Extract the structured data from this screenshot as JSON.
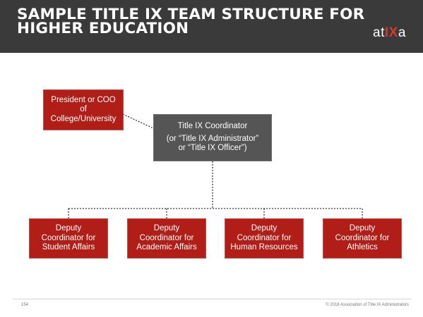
{
  "header": {
    "title_line1": "SAMPLE TITLE IX TEAM STRUCTURE FOR",
    "title_line2": "HIGHER EDUCATION",
    "logo": {
      "left": "at",
      "mid": "IX",
      "right": "a"
    }
  },
  "diagram": {
    "president": {
      "lines": [
        "President or COO",
        "of",
        "College/University"
      ]
    },
    "coordinator": {
      "lines": [
        "Title IX Coordinator",
        "(or “Title IX Administrator”",
        "or “Title IX Officer”)"
      ]
    },
    "deputies": [
      {
        "lines": [
          "Deputy",
          "Coordinator for",
          "Student Affairs"
        ]
      },
      {
        "lines": [
          "Deputy",
          "Coordinator for",
          "Academic Affairs"
        ]
      },
      {
        "lines": [
          "Deputy",
          "Coordinator for",
          "Human Resources"
        ]
      },
      {
        "lines": [
          "Deputy",
          "Coordinator for",
          "Athletics"
        ]
      }
    ]
  },
  "footer": {
    "page_number": "154",
    "copyright": "© 2018 Association of Title IX Administrators"
  },
  "colors": {
    "header_bg": "#3a3a3a",
    "box_red": "#b01e17",
    "box_gray": "#555555",
    "logo_accent": "#d53a2c"
  }
}
